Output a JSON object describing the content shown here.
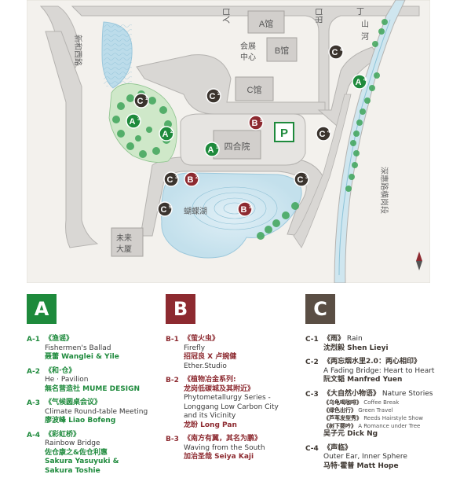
{
  "map": {
    "buildings": [
      {
        "id": "a-hall",
        "label": "A馆"
      },
      {
        "id": "b-hall",
        "label": "B馆"
      },
      {
        "id": "c-hall",
        "label": "C馆"
      },
      {
        "id": "expo-center",
        "label": "会展中心"
      },
      {
        "id": "siheyuan",
        "label": "四合院"
      },
      {
        "id": "future-building",
        "label": "未来大厦"
      }
    ],
    "roads": {
      "entrance": "入口",
      "exit": "出口",
      "road_west": "新和西路",
      "road_east": "深惠路横岗段"
    },
    "water": {
      "river": "丁山河",
      "lake": "蝴蝶湖"
    },
    "parking": "P",
    "markers": [
      {
        "code": "A",
        "num": "1",
        "color": "#1e8a3c"
      },
      {
        "code": "A",
        "num": "2",
        "color": "#1e8a3c"
      },
      {
        "code": "A",
        "num": "3",
        "color": "#1e8a3c"
      },
      {
        "code": "A",
        "num": "4",
        "color": "#1e8a3c"
      },
      {
        "code": "B",
        "num": "1",
        "color": "#8d2a30"
      },
      {
        "code": "B",
        "num": "2",
        "color": "#8d2a30"
      },
      {
        "code": "B",
        "num": "3",
        "color": "#8d2a30"
      },
      {
        "code": "C",
        "num": "1",
        "color": "#3b342e"
      },
      {
        "code": "C",
        "num": "2",
        "color": "#3b342e"
      },
      {
        "code": "C",
        "num": "3",
        "color": "#3b342e"
      },
      {
        "code": "C",
        "num": "3",
        "color": "#3b342e"
      },
      {
        "code": "C",
        "num": "4",
        "color": "#3b342e"
      },
      {
        "code": "C",
        "num": "4",
        "color": "#3b342e"
      },
      {
        "code": "C",
        "num": "5",
        "color": "#3b342e"
      }
    ]
  },
  "legend": {
    "A": {
      "letter": "A",
      "entries": [
        {
          "code": "A-1",
          "title": "《渔谣》",
          "en": "Fishermen's Ballad",
          "artist": "聂蕾 Wanglei & Yile"
        },
        {
          "code": "A-2",
          "title": "《和·仓》",
          "en": "He · Pavilion",
          "artist": "無名营造社 MUME DESIGN"
        },
        {
          "code": "A-3",
          "title": "《气候圆桌会议》",
          "en": "Climate Round-table Meeting",
          "artist": "廖波峰 Liao Bofeng"
        },
        {
          "code": "A-4",
          "title": "《彩虹桥》",
          "en": "Rainbow Bridge",
          "artist": "佐仓康之&佐仓利惠",
          "artist_en_1": "Sakura Yasuyuki &",
          "artist_en_2": "Sakura Toshie"
        }
      ]
    },
    "B": {
      "letter": "B",
      "entries": [
        {
          "code": "B-1",
          "title": "《萤火虫》",
          "en": "Firefly",
          "artist": "招冠良 X 卢婉健",
          "artist_en": "Ether.Studio"
        },
        {
          "code": "B-2",
          "title": "《植物冶金系列:",
          "title_2": "龙岗低碳城及其附近》",
          "en": "Phytometallurgy Series -",
          "en_2": "Longgang Low Carbon City",
          "en_3": "and its Vicinity",
          "artist": "龙盼 Long Pan"
        },
        {
          "code": "B-3",
          "title": "《南方有翼，其名为鹏》",
          "en": "Waving from the South",
          "artist": "加治圣哉 Seiya Kaji"
        }
      ]
    },
    "C": {
      "letter": "C",
      "entries": [
        {
          "code": "C-1",
          "title": "《雨》",
          "en": "Rain",
          "artist": "沈烈毅 Shen Lieyi"
        },
        {
          "code": "C-2",
          "title": "《两忘烟水里2.0：两心相印》",
          "en": "A Fading Bridge: Heart to Heart",
          "artist": "阮文韬 Manfred Yuen"
        },
        {
          "code": "C-3",
          "title": "《大自然小物语》",
          "en": "Nature Stories",
          "subs": [
            {
              "title": "《乌龟喝咖啡》",
              "en": "Coffee Break"
            },
            {
              "title": "《绿色出行》",
              "en": "Green Travel"
            },
            {
              "title": "《芦苇发型秀》",
              "en": "Reeds Hairstyle Show"
            },
            {
              "title": "《树下婴吟》",
              "en": "A Romance under Tree"
            }
          ],
          "artist": "吴子元 Dick Ng"
        },
        {
          "code": "C-4",
          "title": "《声临》",
          "en": "Outer Ear, Inner Sphere",
          "artist": "马特·霍普 Matt Hope"
        }
      ]
    }
  }
}
